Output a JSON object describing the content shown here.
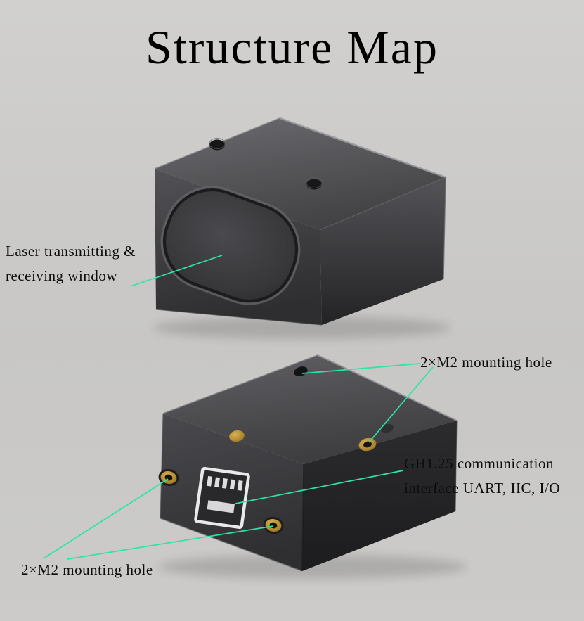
{
  "page": {
    "title": "Structure Map",
    "background_color": "#c9c8c6",
    "text_color": "#0c0c0c",
    "leader_line_color": "#2ce3a8"
  },
  "colors": {
    "device_body_dark": "#2e2e31",
    "device_body_light": "#6b6b6f",
    "brass_hole": "#b08a2e",
    "connector_white": "#e9e9ec"
  },
  "labels": {
    "laser_window_line1": "Laser transmitting &",
    "laser_window_line2": "receiving window",
    "mounting_hole_top": "2×M2 mounting hole",
    "gh125_line1": "GH1.25 communication",
    "gh125_line2": "interface UART, IIC, I/O",
    "mounting_hole_bottom": "2×M2 mounting hole"
  }
}
